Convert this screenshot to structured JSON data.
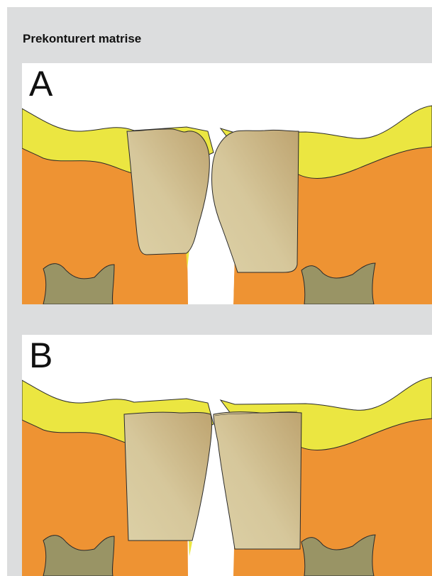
{
  "title": "Prekonturert matrise",
  "panels": [
    {
      "label": "A"
    },
    {
      "label": "B"
    }
  ],
  "colors": {
    "background": "#dcddde",
    "panel": "#ffffff",
    "gingiva": "#ebe641",
    "bone": "#ee9333",
    "tooth_light": "#dbcea3",
    "tooth_dark": "#c0a773",
    "root": "#999465",
    "outline": "#2a2a2a"
  }
}
